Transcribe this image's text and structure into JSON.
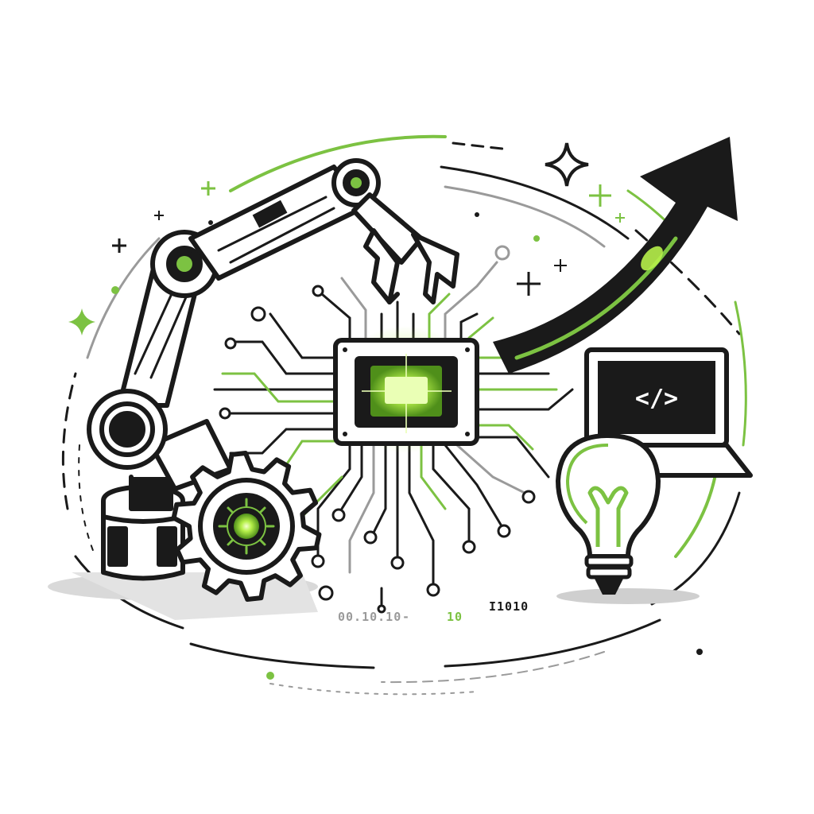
{
  "illustration": {
    "laptop_screen_code": "</>",
    "binary_left": "00.10.10",
    "binary_dash": "-",
    "binary_middle": "10",
    "binary_right": "I1010"
  },
  "colors": {
    "ink": "#1a1a1a",
    "accent": "#7cc242",
    "glow": "#b6f04a",
    "grey": "#9a9a9a",
    "background": "#ffffff"
  },
  "icons": [
    "robot-arm-icon",
    "gear-icon",
    "microchip-icon",
    "laptop-icon",
    "lightbulb-icon",
    "growth-arrow-icon",
    "sparkle-icon"
  ]
}
